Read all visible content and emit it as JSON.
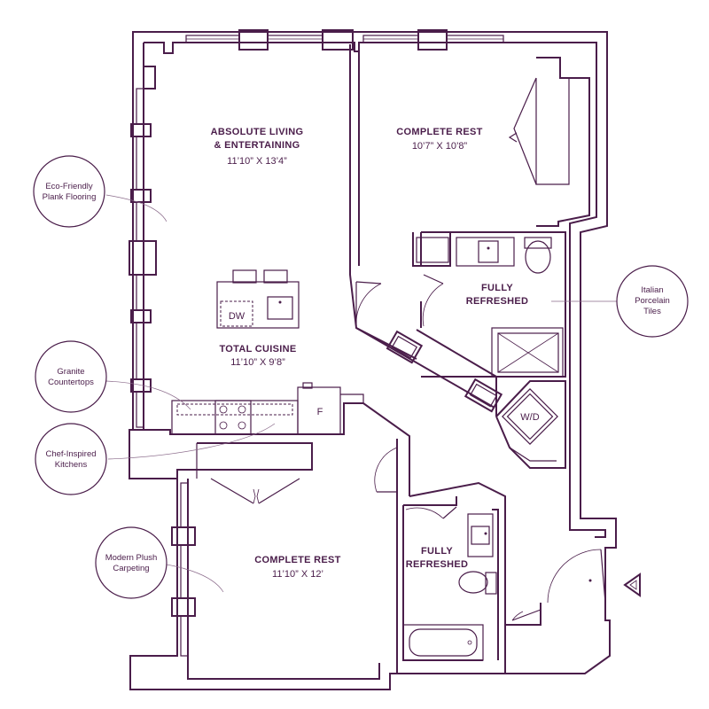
{
  "rooms": {
    "living": {
      "name_line1": "ABSOLUTE LIVING",
      "name_line2": "& ENTERTAINING",
      "dims": "11’10” X 13’4”"
    },
    "bedroom1": {
      "name": "COMPLETE REST",
      "dims": "10’7” X 10’8”"
    },
    "bath1": {
      "name_line1": "FULLY",
      "name_line2": "REFRESHED"
    },
    "kitchen": {
      "name": "TOTAL CUISINE",
      "dims": "11’10” X 9’8”"
    },
    "bedroom2": {
      "name": "COMPLETE REST",
      "dims": "11’10” X 12’"
    },
    "bath2": {
      "name_line1": "FULLY",
      "name_line2": "REFRESHED"
    }
  },
  "fixtures": {
    "dishwasher": "DW",
    "fridge": "F",
    "washer_dryer": "W/D"
  },
  "callouts": {
    "flooring": {
      "line1": "Eco-Friendly",
      "line2": "Plank Flooring"
    },
    "countertops": {
      "line1": "Granite",
      "line2": "Countertops"
    },
    "kitchens": {
      "line1": "Chef-Inspired",
      "line2": "Kitchens"
    },
    "carpeting": {
      "line1": "Modern Plush",
      "line2": "Carpeting"
    },
    "tiles": {
      "line1": "Italian",
      "line2": "Porcelain",
      "line3": "Tiles"
    }
  },
  "colors": {
    "line": "#4a1d4a",
    "background": "#ffffff"
  },
  "icons": {
    "entry": "entry-triangle-icon"
  }
}
